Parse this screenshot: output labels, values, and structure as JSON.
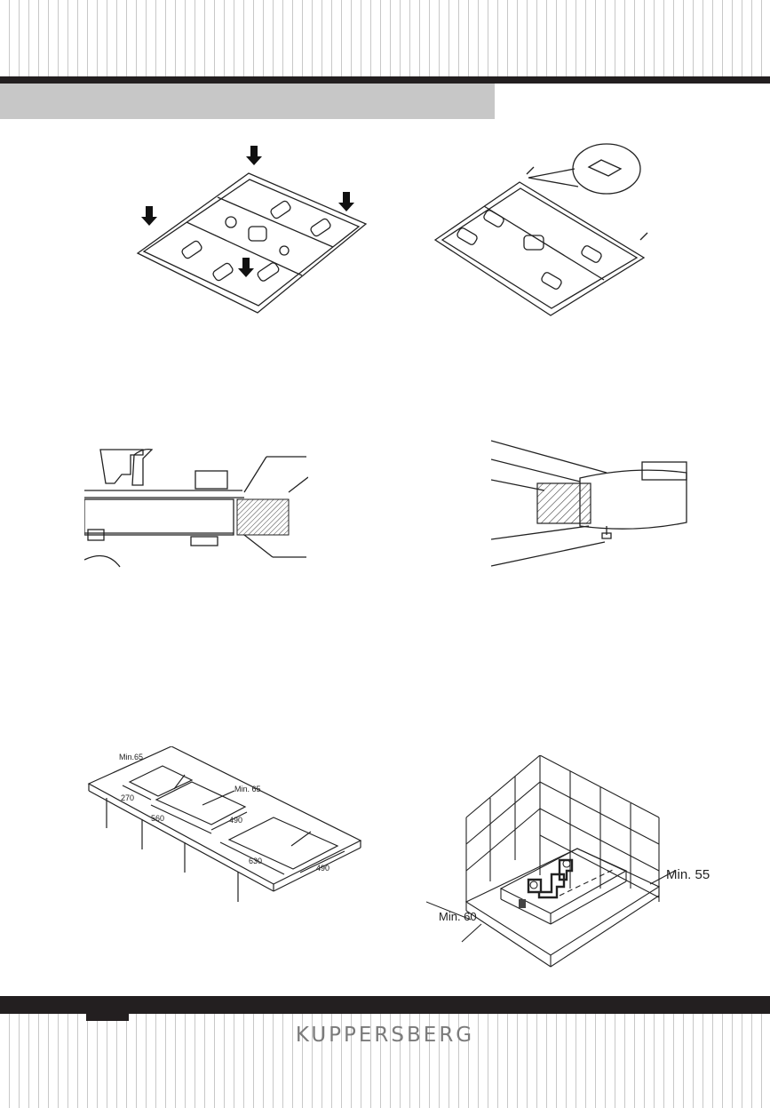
{
  "brand": {
    "name": "KUPPERSBERG"
  },
  "figures": {
    "cutout_layout": {
      "labels": [
        "Min.65",
        "Min. 65",
        "270",
        "560",
        "490",
        "630",
        "490"
      ]
    },
    "corner_clearance": {
      "labels": [
        "Min. 55",
        "Min. 60"
      ]
    }
  },
  "colors": {
    "dark_bar": "#231f20",
    "title_band": "#c7c7c7",
    "brand_text": "#7b7b7b"
  }
}
